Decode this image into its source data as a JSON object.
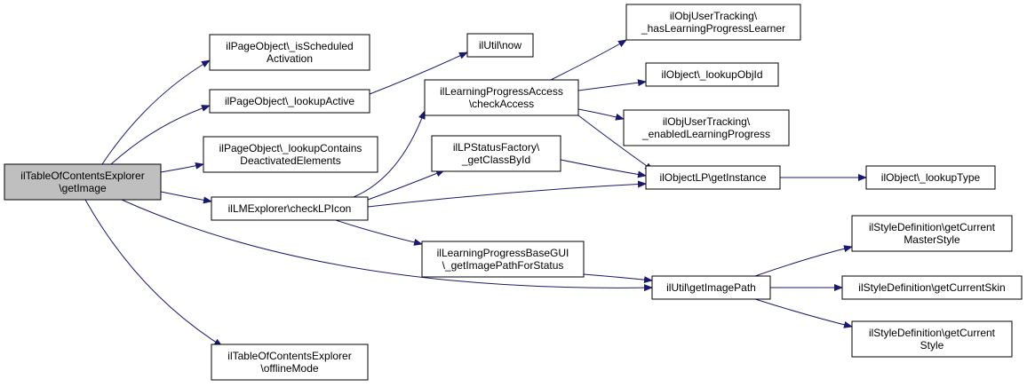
{
  "diagram": {
    "edge_color": "#191970",
    "node_fill": "#ffffff",
    "root_fill": "#bfbfbf",
    "nodes": {
      "root": {
        "lines": [
          "ilTableOfContentsExplorer",
          "\\getImage"
        ],
        "interactable": true
      },
      "po_sched": {
        "lines": [
          "ilPageObject\\_isScheduled",
          "Activation"
        ],
        "interactable": true
      },
      "po_active": {
        "lines": [
          "ilPageObject\\_lookupActive"
        ],
        "interactable": true
      },
      "po_contains": {
        "lines": [
          "ilPageObject\\_lookupContains",
          "DeactivatedElements"
        ],
        "interactable": true
      },
      "lm_checklp": {
        "lines": [
          "ilLMExplorer\\checkLPIcon"
        ],
        "interactable": true
      },
      "toc_offline": {
        "lines": [
          "ilTableOfContentsExplorer",
          "\\offlineMode"
        ],
        "interactable": true
      },
      "util_now": {
        "lines": [
          "ilUtil\\now"
        ],
        "interactable": true
      },
      "lp_access": {
        "lines": [
          "ilLearningProgressAccess",
          "\\checkAccess"
        ],
        "interactable": true
      },
      "lpstatus_factory": {
        "lines": [
          "ilLPStatusFactory\\",
          "_getClassById"
        ],
        "interactable": true
      },
      "lp_basegui": {
        "lines": [
          "ilLearningProgressBaseGUI",
          "\\_getImagePathForStatus"
        ],
        "interactable": true
      },
      "tracking_has": {
        "lines": [
          "ilObjUserTracking\\",
          "_hasLearningProgressLearner"
        ],
        "interactable": true
      },
      "obj_lookupid": {
        "lines": [
          "ilObject\\_lookupObjId"
        ],
        "interactable": true
      },
      "tracking_enabled": {
        "lines": [
          "ilObjUserTracking\\",
          "_enabledLearningProgress"
        ],
        "interactable": true
      },
      "objlp_instance": {
        "lines": [
          "ilObjectLP\\getInstance"
        ],
        "interactable": true
      },
      "util_imagepath": {
        "lines": [
          "ilUtil\\getImagePath"
        ],
        "interactable": true
      },
      "obj_lookuptype": {
        "lines": [
          "ilObject\\_lookupType"
        ],
        "interactable": true
      },
      "style_master": {
        "lines": [
          "ilStyleDefinition\\getCurrent",
          "MasterStyle"
        ],
        "interactable": true
      },
      "style_skin": {
        "lines": [
          "ilStyleDefinition\\getCurrentSkin"
        ],
        "interactable": true
      },
      "style_style": {
        "lines": [
          "ilStyleDefinition\\getCurrent",
          "Style"
        ],
        "interactable": true
      }
    },
    "edges": [
      {
        "from": "root",
        "to": "po_sched"
      },
      {
        "from": "root",
        "to": "po_active"
      },
      {
        "from": "root",
        "to": "po_contains"
      },
      {
        "from": "root",
        "to": "lm_checklp"
      },
      {
        "from": "root",
        "to": "toc_offline"
      },
      {
        "from": "root",
        "to": "util_imagepath"
      },
      {
        "from": "po_active",
        "to": "util_now"
      },
      {
        "from": "lm_checklp",
        "to": "lp_access"
      },
      {
        "from": "lm_checklp",
        "to": "lpstatus_factory"
      },
      {
        "from": "lm_checklp",
        "to": "objlp_instance"
      },
      {
        "from": "lm_checklp",
        "to": "lp_basegui"
      },
      {
        "from": "lp_access",
        "to": "tracking_has"
      },
      {
        "from": "lp_access",
        "to": "obj_lookupid"
      },
      {
        "from": "lp_access",
        "to": "tracking_enabled"
      },
      {
        "from": "lp_access",
        "to": "objlp_instance"
      },
      {
        "from": "lpstatus_factory",
        "to": "objlp_instance"
      },
      {
        "from": "lp_basegui",
        "to": "util_imagepath"
      },
      {
        "from": "objlp_instance",
        "to": "obj_lookuptype"
      },
      {
        "from": "util_imagepath",
        "to": "style_master"
      },
      {
        "from": "util_imagepath",
        "to": "style_skin"
      },
      {
        "from": "util_imagepath",
        "to": "style_style"
      }
    ]
  }
}
